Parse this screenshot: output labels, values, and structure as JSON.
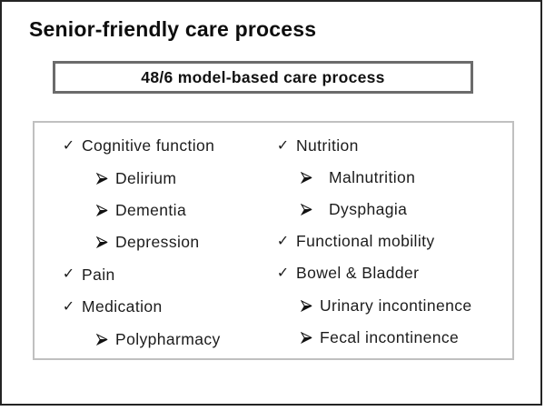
{
  "title": "Senior-friendly care process",
  "banner": {
    "label": "48/6 model-based care process"
  },
  "checklist": {
    "left": [
      {
        "marker": "check",
        "level": 0,
        "label": "Cognitive function"
      },
      {
        "marker": "arrow",
        "level": 1,
        "label": "Delirium"
      },
      {
        "marker": "arrow",
        "level": 1,
        "label": "Dementia"
      },
      {
        "marker": "arrow",
        "level": 1,
        "label": "Depression"
      },
      {
        "marker": "check",
        "level": 0,
        "label": "Pain"
      },
      {
        "marker": "check",
        "level": 0,
        "label": "Medication"
      },
      {
        "marker": "arrow",
        "level": 1,
        "label": "Polypharmacy"
      }
    ],
    "right": [
      {
        "marker": "check",
        "level": 0,
        "label": "Nutrition"
      },
      {
        "marker": "arrow",
        "level": 1,
        "label": "Malnutrition",
        "wide_gap": true
      },
      {
        "marker": "arrow",
        "level": 1,
        "label": "Dysphagia",
        "wide_gap": true
      },
      {
        "marker": "check",
        "level": 0,
        "label": "Functional mobility"
      },
      {
        "marker": "check",
        "level": 0,
        "label": "Bowel & Bladder"
      },
      {
        "marker": "arrow",
        "level": 1,
        "label": "Urinary incontinence"
      },
      {
        "marker": "arrow",
        "level": 1,
        "label": "Fecal incontinence"
      }
    ]
  },
  "icons": {
    "check_glyph": "✓",
    "arrow_bullet_name": "three-d-rightwards-arrowhead"
  },
  "colors": {
    "frame_border": "#242424",
    "banner_border": "#6b6b6b",
    "list_border": "#c0c0c0",
    "text": "#1c1c1c"
  }
}
